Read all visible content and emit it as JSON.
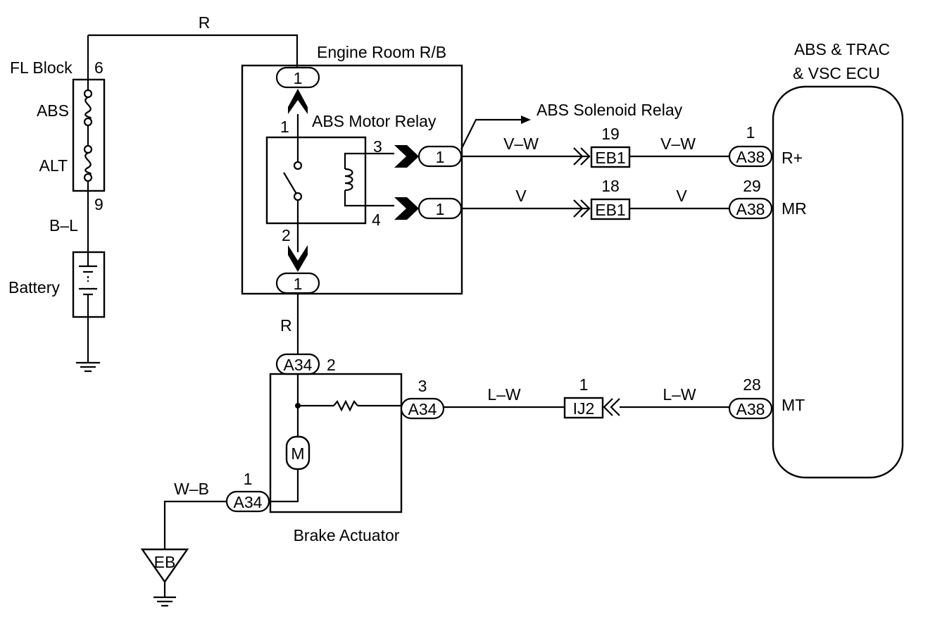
{
  "components": {
    "fl_block": "FL Block",
    "abs_fuse": "ABS",
    "alt_fuse": "ALT",
    "battery": "Battery",
    "engine_room_rb": "Engine Room R/B",
    "abs_motor_relay": "ABS Motor Relay",
    "abs_solenoid_relay": "ABS Solenoid Relay",
    "ecu_line1": "ABS & TRAC",
    "ecu_line2": "& VSC ECU",
    "brake_actuator": "Brake Actuator",
    "motor_symbol": "M",
    "ground_eb": "EB"
  },
  "wires": {
    "top_r": "R",
    "b_l": "B–L",
    "v_w_left": "V–W",
    "v_w_right": "V–W",
    "v_left": "V",
    "v_right": "V",
    "r_lower": "R",
    "l_w_left": "L–W",
    "l_w_right": "L–W",
    "w_b": "W–B"
  },
  "pins": {
    "fl_6": "6",
    "fl_9": "9",
    "relay_1": "1",
    "relay_2": "2",
    "relay_3": "3",
    "relay_4": "4",
    "eb1_19": "19",
    "eb1_18": "18",
    "a38_1": "1",
    "a38_29": "29",
    "a38_28": "28",
    "a34_2": "2",
    "a34_3": "3",
    "a34_1": "1",
    "ij2_1": "1"
  },
  "connectors": {
    "rb_top": "1",
    "rb_3": "1",
    "rb_4": "1",
    "rb_bottom": "1",
    "eb1_a": "EB1",
    "eb1_b": "EB1",
    "a38_a": "A38",
    "a38_b": "A38",
    "a38_c": "A38",
    "a34_top": "A34",
    "a34_right": "A34",
    "a34_left": "A34",
    "ij2": "IJ2"
  },
  "terminals": {
    "r_plus": "R+",
    "mr": "MR",
    "mt": "MT"
  }
}
